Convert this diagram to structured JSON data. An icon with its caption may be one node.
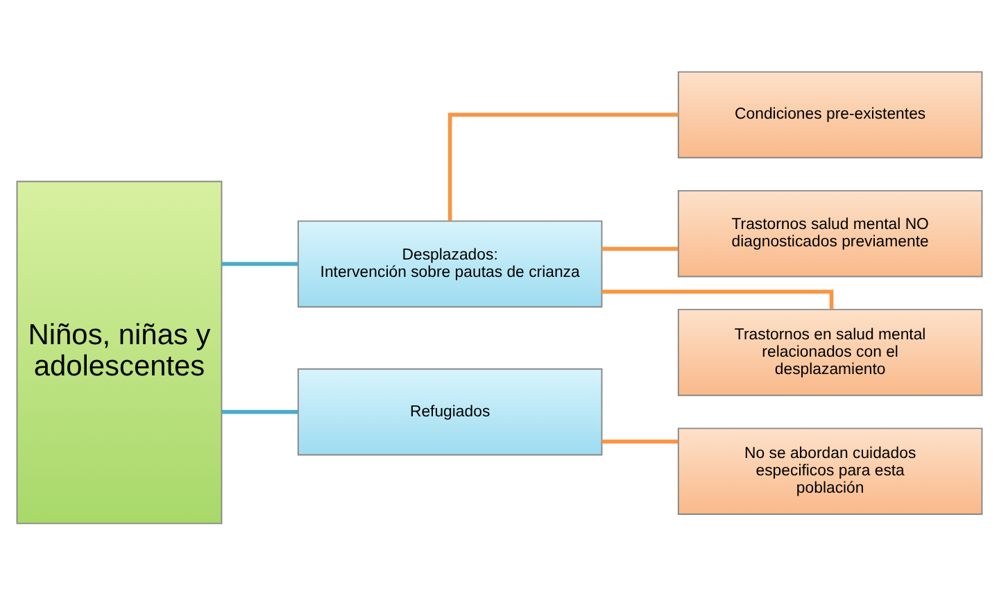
{
  "diagram": {
    "nodes": [
      {
        "text": [
          "Niños, niñas y adolescentes"
        ]
      },
      {
        "text": [
          "Desplazados:",
          "Intervención sobre pautas de crianza"
        ]
      },
      {
        "text": [
          "Refugiados"
        ]
      },
      {
        "text": [
          "Condiciones pre-existentes"
        ]
      },
      {
        "text": [
          "Trastornos salud mental NO diagnosticados previamente"
        ]
      },
      {
        "text": [
          "Trastornos en salud mental relacionados con el desplazamiento"
        ]
      },
      {
        "text": [
          "No se abordan cuidados especificos para esta población"
        ]
      }
    ],
    "edges": [
      {
        "from": 0,
        "to": 1,
        "arrow": "none",
        "color": "#4bacc6"
      },
      {
        "from": 0,
        "to": 2,
        "arrow": "none",
        "color": "#4bacc6"
      },
      {
        "from": 1,
        "to": 3,
        "arrow": "none"
      },
      {
        "from": 1,
        "to": 4,
        "arrow": "none"
      },
      {
        "from": 1,
        "to": 5,
        "arrow": "none"
      },
      {
        "from": 2,
        "to": 6,
        "arrow": "none"
      }
    ]
  }
}
